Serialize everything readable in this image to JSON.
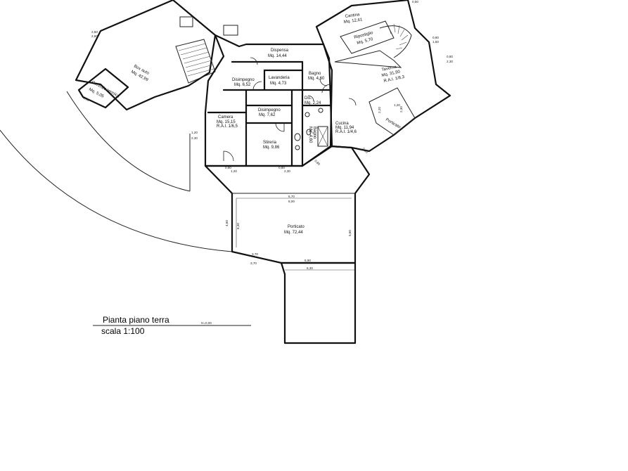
{
  "title": {
    "line1": "Pianta piano terra",
    "line2": "scala 1:100",
    "height_note": "H=0,00"
  },
  "rooms": {
    "box_auto": {
      "name": "Box auto",
      "area": "Mq. 42,99"
    },
    "centrale_termica": {
      "name": "Centrale termica",
      "area": "Mq. 5,05"
    },
    "dispensa": {
      "name": "Dispensa",
      "area": "Mq. 14,44"
    },
    "disimpegno1": {
      "name": "Disimpegno",
      "area": "Mq. 6,52"
    },
    "lavanderia": {
      "name": "Lavanderia",
      "area": "Mq. 4,73"
    },
    "bagno": {
      "name": "Bagno",
      "area": "Mq. 4,60"
    },
    "dis": {
      "name": "Dis.",
      "area": "Mq. 2,24"
    },
    "cantina": {
      "name": "Cantina",
      "area": "Mq. 12,61"
    },
    "ripostiglio": {
      "name": "Ripostiglio",
      "area": "Mq. 5,70"
    },
    "taverna": {
      "name": "Taverna",
      "area": "Mq. 31,90",
      "ra": "R.A.I. 1/6,3"
    },
    "camera": {
      "name": "Camera",
      "area": "Mq. 15,15",
      "ra": "R.A.I. 1/6,5"
    },
    "disimpegno2": {
      "name": "Disimpegno",
      "area": "Mq. 7,62"
    },
    "stireria": {
      "name": "Stireria",
      "area": "Mq. 9,86"
    },
    "bagno2": {
      "name": "Bagno",
      "area": "Mq. 4,60"
    },
    "cucina": {
      "name": "Cucina",
      "area": "Mq. 11,94",
      "ra": "R.A.I. 1/4,6"
    },
    "porticato": {
      "name": "Porticato",
      "area": "Mq. 72,44"
    },
    "porticato_small": {
      "name": "Porticato"
    }
  },
  "dimensions": {
    "d1": "2,50",
    "d2": "2,80",
    "d3": "1,20",
    "d4": "2,30",
    "d5": "0,80",
    "d6": "1,50",
    "d7": "0,80",
    "d8": "2,30",
    "d9": "0,50",
    "d10": "1,20",
    "d11": "0,80",
    "d12": "1,20",
    "d13": "0,80",
    "d14": "2,30",
    "d15": "6,70",
    "d16": "8,00",
    "d17": "4,60",
    "d18": "6,30",
    "d19": "5,60",
    "d20": "3,70",
    "d21": "3,70",
    "d22": "6,90",
    "d23": "6,30",
    "d24": "0,80",
    "d25": "2,20",
    "d26": "0,80",
    "d27": "2,30",
    "d28": "2,30"
  }
}
